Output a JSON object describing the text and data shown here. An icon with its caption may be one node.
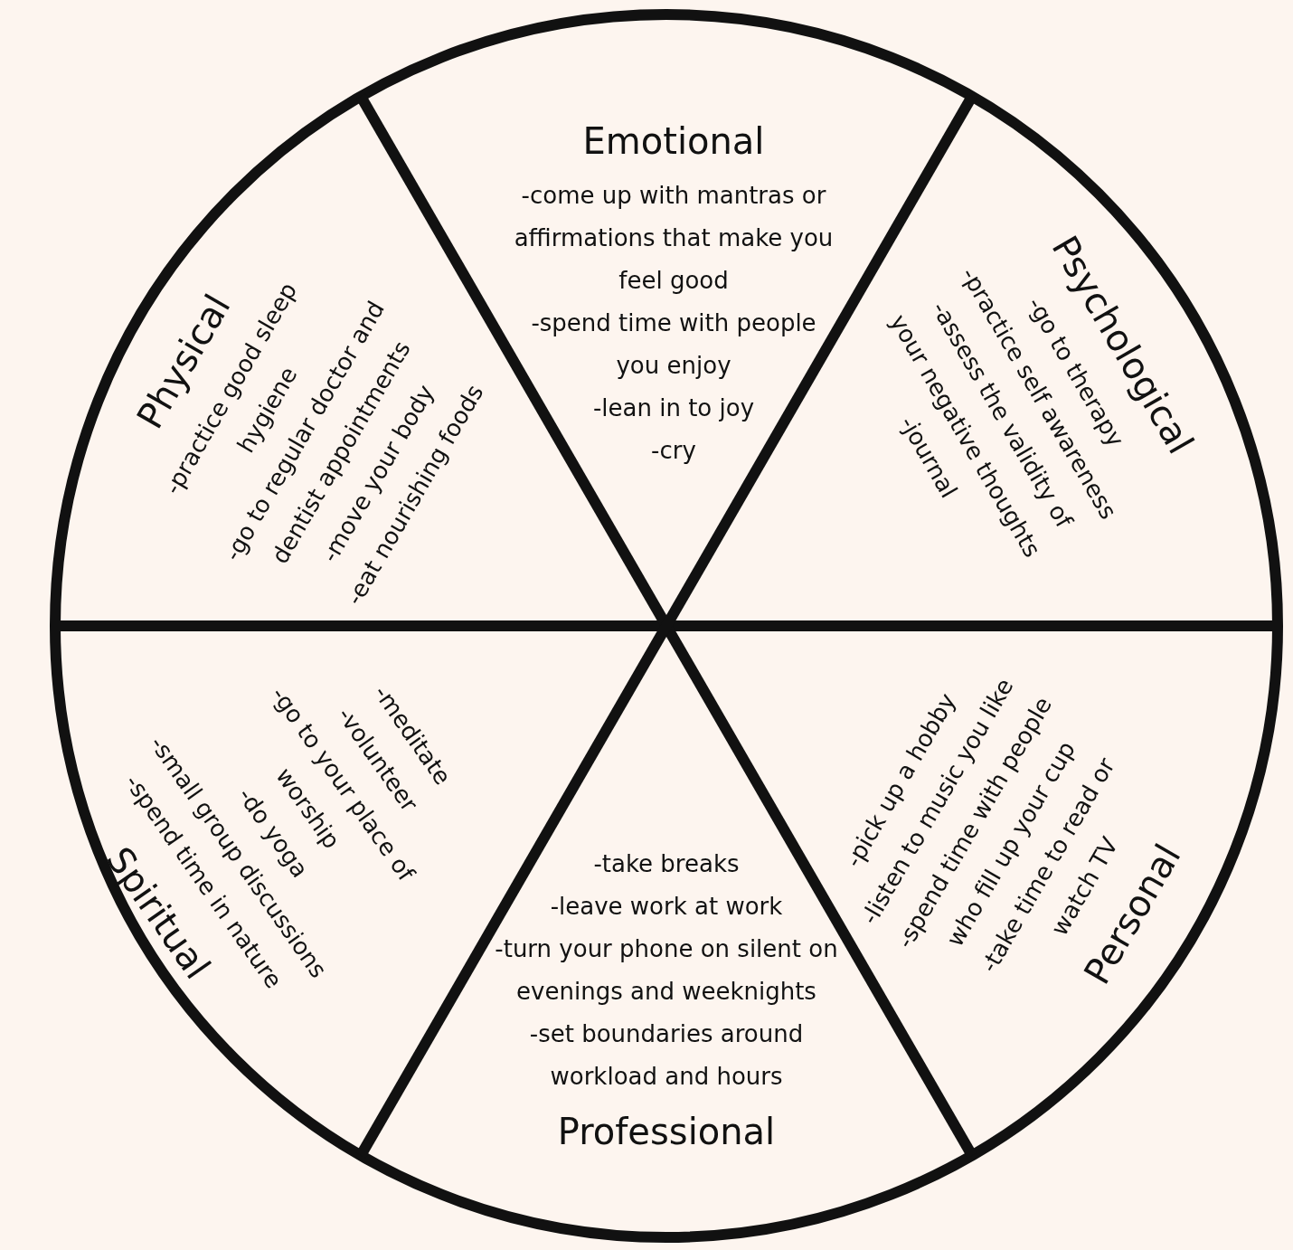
{
  "diagram": {
    "nodes": [
      {
        "text": [
          "Emotional",
          "-come up with mantras or affirmations that make you feel good",
          "-spend time with people you enjoy",
          "-lean in to joy",
          "-cry"
        ]
      },
      {
        "text": [
          "Psychological",
          "-go to therapy",
          "-practice self awareness",
          "-assess the validity of your negative thoughts",
          "-journal"
        ]
      },
      {
        "text": [
          "-pick up a hobby",
          "-listen to music you like",
          "-spend time with people who fill up your cup",
          "-take time to read or watch TV",
          "Personal"
        ]
      },
      {
        "text": [
          "-take breaks",
          "-leave work at work",
          "-turn your phone on silent on evenings and weeknights",
          "-set boundaries around workload and hours",
          "Professional"
        ]
      },
      {
        "text": [
          "-meditate",
          "-volunteer",
          "-go to your place of worship",
          "-do yoga",
          "-small group discussions",
          "-spend time in nature",
          "Spiritual"
        ]
      },
      {
        "text": [
          "Physical",
          "-practice good sleep hygiene",
          "-go to regular doctor and dentist appointments",
          "-move your body",
          "-eat nourishing foods"
        ]
      }
    ],
    "edges": []
  }
}
